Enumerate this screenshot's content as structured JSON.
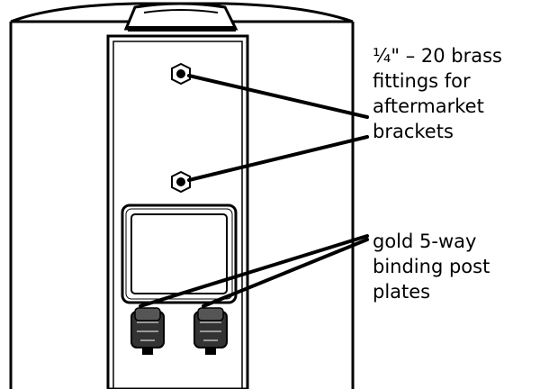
{
  "callouts": {
    "fittings": {
      "lines": [
        "¼\" – 20 brass",
        "fittings for",
        "aftermarket",
        "brackets"
      ]
    },
    "binding_posts": {
      "lines": [
        "gold 5-way",
        "binding post",
        "plates"
      ]
    }
  },
  "colors": {
    "ink": "#000000",
    "paper": "#ffffff",
    "post_dark": "#333333"
  }
}
